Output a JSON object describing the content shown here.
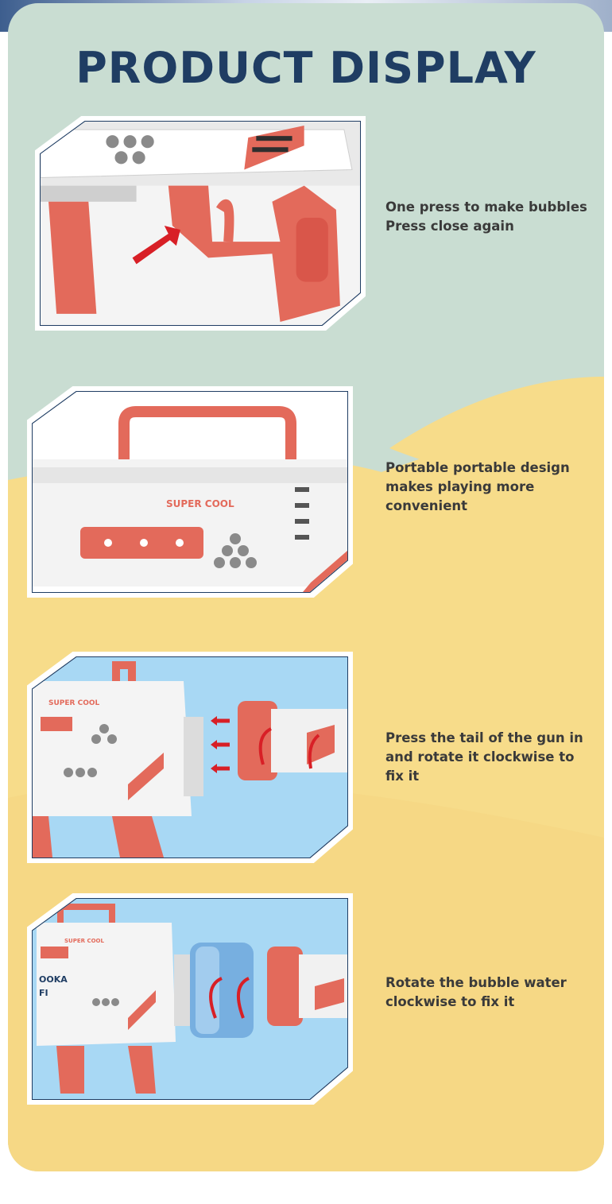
{
  "title": "PRODUCT DISPLAY",
  "colors": {
    "navy": "#1f3d63",
    "coral": "#e36a5b",
    "mint": "#c9ddd2",
    "yellow": "#f7dc8a",
    "sky": "#a8d8f4"
  },
  "features": [
    {
      "lines": [
        "One press to make bubbles",
        "Press close again"
      ]
    },
    {
      "lines": [
        "Portable portable design",
        "makes playing more",
        "convenient"
      ],
      "decal": "SUPER COOL"
    },
    {
      "lines": [
        "Press the tail of the gun in",
        "and rotate it clockwise to",
        "fix it"
      ],
      "decal": "SUPER COOL"
    },
    {
      "lines": [
        "Rotate the bubble water",
        "clockwise to fix it"
      ],
      "decal": "SUPER COOL",
      "decal2": "OOKA",
      "decal3": "FI"
    }
  ]
}
